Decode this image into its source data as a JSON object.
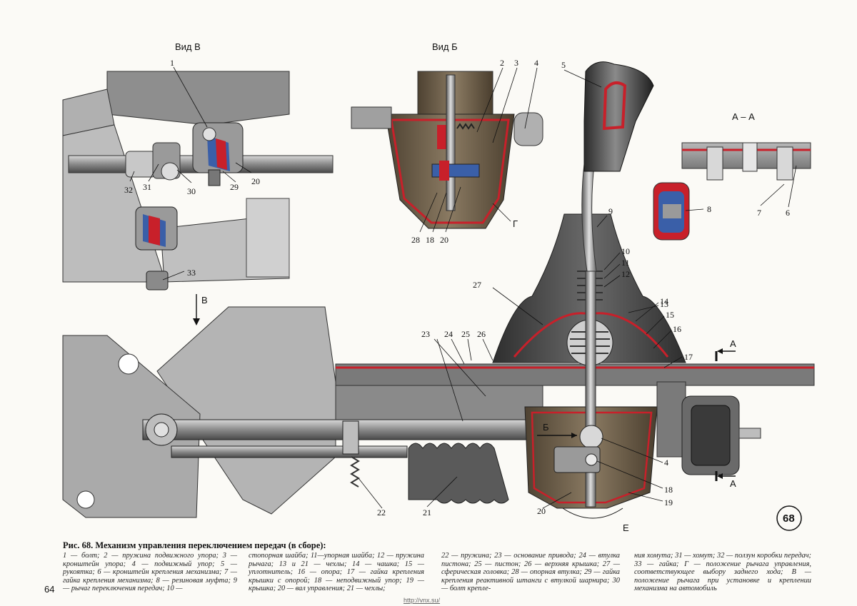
{
  "figure": {
    "badge": "68",
    "views": {
      "view_v": "Вид В",
      "view_b": "Вид Б",
      "section_aa": "А – А",
      "arrow_a_top": "А",
      "arrow_a_bottom": "А",
      "arrow_v": "В",
      "arrow_b": "Б",
      "mark_g": "Г",
      "mark_e": "Е"
    },
    "labels": {
      "l1": "1",
      "l2": "2",
      "l3": "3",
      "l4_top": "4",
      "l4": "4",
      "l5": "5",
      "l6": "6",
      "l7": "7",
      "l8": "8",
      "l9": "9",
      "l10": "10",
      "l11": "11",
      "l12": "12",
      "l13": "13",
      "l14": "14",
      "l15": "15",
      "l16": "16",
      "l17": "17",
      "l18_top": "18",
      "l18": "18",
      "l19": "19",
      "l20_top": "20",
      "l20_v": "20",
      "l20": "20",
      "l21": "21",
      "l22": "22",
      "l23": "23",
      "l24": "24",
      "l25": "25",
      "l26": "26",
      "l27": "27",
      "l28": "28",
      "l29": "29",
      "l30": "30",
      "l31": "31",
      "l32": "32",
      "l33": "33"
    }
  },
  "caption": {
    "title": "Рис. 68. Механизм управления переключением передач (в сборе):",
    "col1": "1 — болт; 2 — пружина подвижного упора; 3 — кронштейн упора; 4 — подвижный упор; 5 — рукоятка; 6 — кронштейн крепления механизма; 7 — гайка крепления механизма; 8 — резиновая муфта; 9 — рычаг переключения передач; 10 —",
    "col2": "стопорная шайба; 11—упорная шайба; 12 — пружина рычага; 13 и 21 — чехлы; 14 — чашка; 15 — уплотнитель; 16 — опора; 17 — гайка крепления крышки с опорой; 18 — неподвижный упор; 19 — крышка; 20 — вал управления; 21 — чехлы;",
    "col3": "22 — пружина; 23 — основание привода; 24 — втулка пистона; 25 — пистон; 26 — верхняя крышка; 27 — сферическая головка; 28 — опорная втулка; 29 — гайка крепления реактивной штанги с втулкой шарнира; 30 — болт крепле-",
    "col4": "ния хомута; 31 — хомут; 32 — ползун коробки передач; 33 — гайка; Г — положение рычага управления, соответствующее выбору заднего хода; В — положение рычага при установке и креплении механизма на автомобиль"
  },
  "page_number": "64",
  "source_url": "http://vnx.su/",
  "colors": {
    "housing": "#6a5a44",
    "boot": "#3e3e3e",
    "red_section": "#c8202a",
    "blue_section": "#3a5fa8",
    "steel": "#a8a8a8",
    "bracket": "#9a9a9a",
    "background": "#fbfaf6"
  }
}
